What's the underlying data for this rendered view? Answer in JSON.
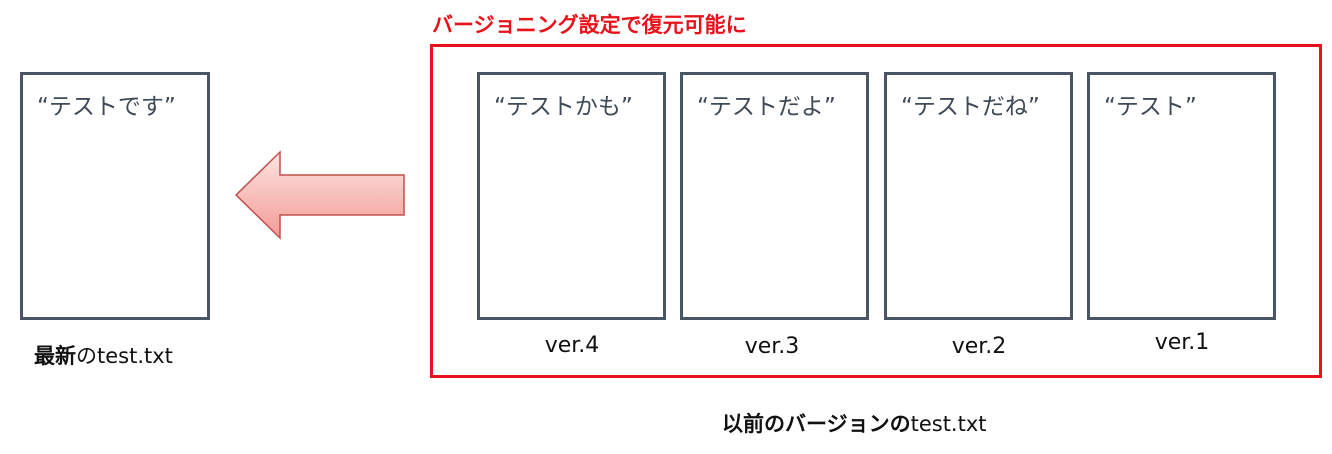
{
  "latest": {
    "content": "“テストです”",
    "caption_bold": "最新",
    "caption_rest": "のtest.txt"
  },
  "versioning": {
    "title": "バージョニング設定で復元可能に",
    "caption_bold": "以前のバージョンの",
    "caption_rest": "test.txt",
    "versions": [
      {
        "content": "“テストかも”",
        "label": "ver.4"
      },
      {
        "content": "“テストだよ”",
        "label": "ver.3"
      },
      {
        "content": "“テストだね”",
        "label": "ver.2"
      },
      {
        "content": "“テスト”",
        "label": "ver.1"
      }
    ]
  },
  "colors": {
    "frame": "#e8121a",
    "doc_border": "#4a5564",
    "arrow_fill_light": "#fde3e1",
    "arrow_fill_dark": "#f39c96",
    "arrow_stroke": "#c0504d"
  },
  "icons": {
    "arrow": "left-arrow-icon"
  }
}
